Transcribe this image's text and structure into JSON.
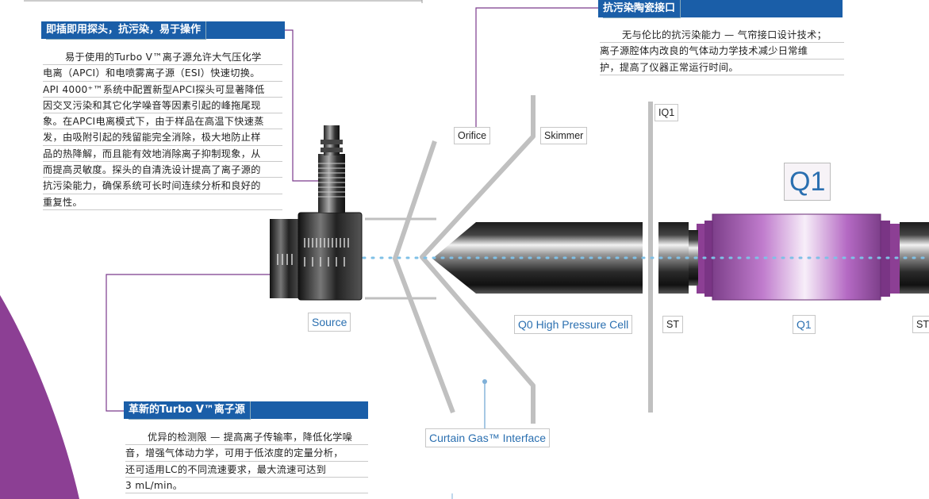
{
  "colors": {
    "header_blue": "#1a5ea8",
    "label_blue": "#2a6fb0",
    "leader_purple": "#7b3a8c",
    "accent_purple": "#8c3f94",
    "quad_purple": "#b060c0",
    "rod_dark": "#2a2a2a",
    "guide_gray": "#c0c0c0"
  },
  "callouts": {
    "probe": {
      "title": "即插即用探头，抗污染，易于操作",
      "lines": [
        "易于使用的Turbo V™离子源允许大气压化学",
        "电离（APCI）和电喷雾离子源（ESI）快速切换。",
        "API 4000⁺™系统中配置新型APCI探头可显著降低",
        "因交叉污染和其它化学噪音等因素引起的峰拖尾现",
        "象。在APCI电离模式下，由于样品在高温下快速蒸",
        "发，由吸附引起的残留能完全消除，极大地防止样",
        "品的热降解，而且能有效地消除离子抑制现象，从",
        "而提高灵敏度。探头的自清洗设计提高了离子源的",
        "抗污染能力，确保系统可长时间连续分析和良好的",
        "重复性。"
      ]
    },
    "interface": {
      "title": "抗污染陶瓷接口",
      "lines": [
        "无与伦比的抗污染能力 — 气帘接口设计技术；",
        "离子源腔体内改良的气体动力学技术减少日常维",
        "护，提高了仪器正常运行时间。"
      ]
    },
    "source": {
      "title": "革新的Turbo V™离子源",
      "lines": [
        "优异的检测限 — 提高离子传输率，降低化学噪",
        "音，增强气体动力学，可用于低浓度的定量分析，",
        "还可适用LC的不同流速要求，最大流速可达到",
        "3 mL/min。"
      ]
    }
  },
  "labels": {
    "orifice": "Orifice",
    "skimmer": "Skimmer",
    "iq1": "IQ1",
    "q1_big": "Q1",
    "source": "Source",
    "q0": "Q0 High Pressure Cell",
    "st1": "ST",
    "q1": "Q1",
    "st2": "ST",
    "curtain": "Curtain Gas™ Interface"
  }
}
